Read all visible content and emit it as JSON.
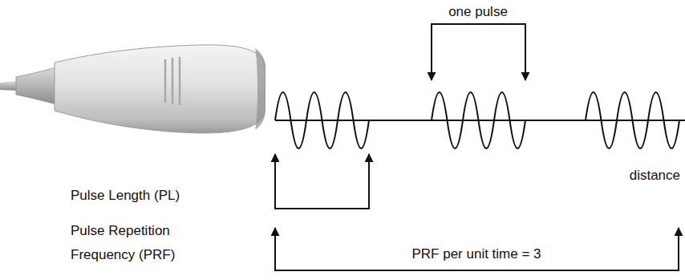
{
  "diagram": {
    "labels": [
      "one pulse",
      "Pulse Length (PL)",
      "distance",
      "Pulse Repetition Frequency (PRF)",
      "PRF per unit time = 3"
    ]
  }
}
